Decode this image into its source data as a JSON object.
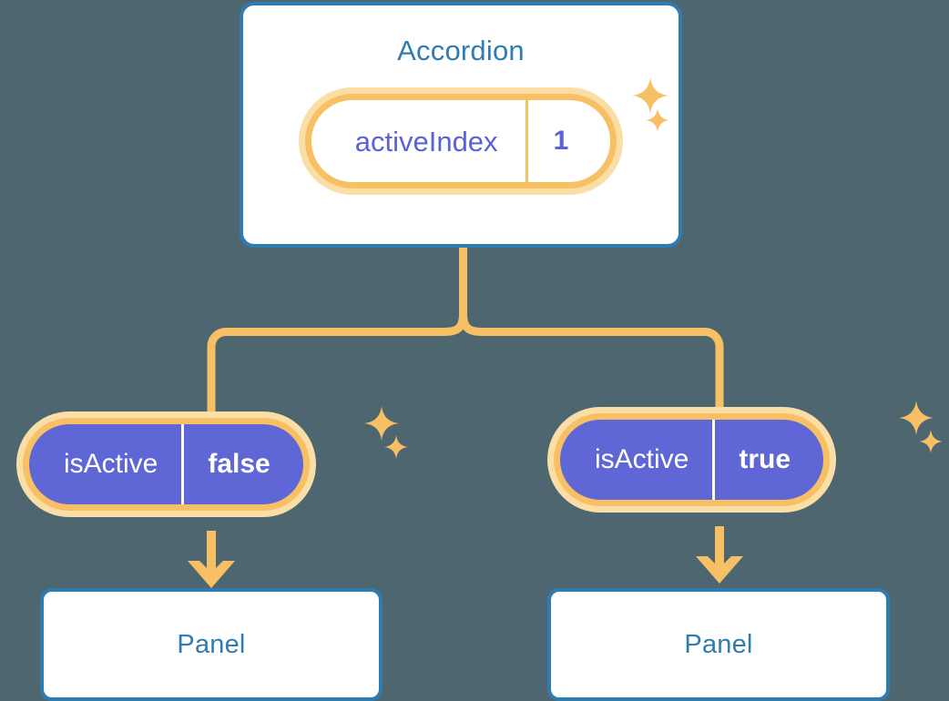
{
  "diagram": {
    "title_node": {
      "name": "Accordion",
      "state_pill": {
        "key": "activeIndex",
        "value": "1",
        "style": "light"
      }
    },
    "branches": [
      {
        "id": "left",
        "state_pill": {
          "key": "isActive",
          "value": "false",
          "style": "solid"
        },
        "child": {
          "name": "Panel"
        }
      },
      {
        "id": "right",
        "state_pill": {
          "key": "isActive",
          "value": "true",
          "style": "solid"
        },
        "child": {
          "name": "Panel"
        }
      }
    ],
    "icons": {
      "sparkle_large": "sparkle-icon",
      "sparkle_small": "sparkle-icon",
      "arrow": "arrow-down-icon",
      "branch": "branch-connector"
    },
    "colors": {
      "background": "#4d6670",
      "card_border": "#2f7cb0",
      "card_fill": "#ffffff",
      "title_text": "#2f7cb0",
      "pill_ring": "#f8c064",
      "pill_halo": "#fbdda6",
      "pill_solid_fill": "#5f66d6",
      "pill_key_text": "#5b62d6",
      "pill_solid_text": "#ffffff",
      "connector": "#f8c064"
    }
  }
}
